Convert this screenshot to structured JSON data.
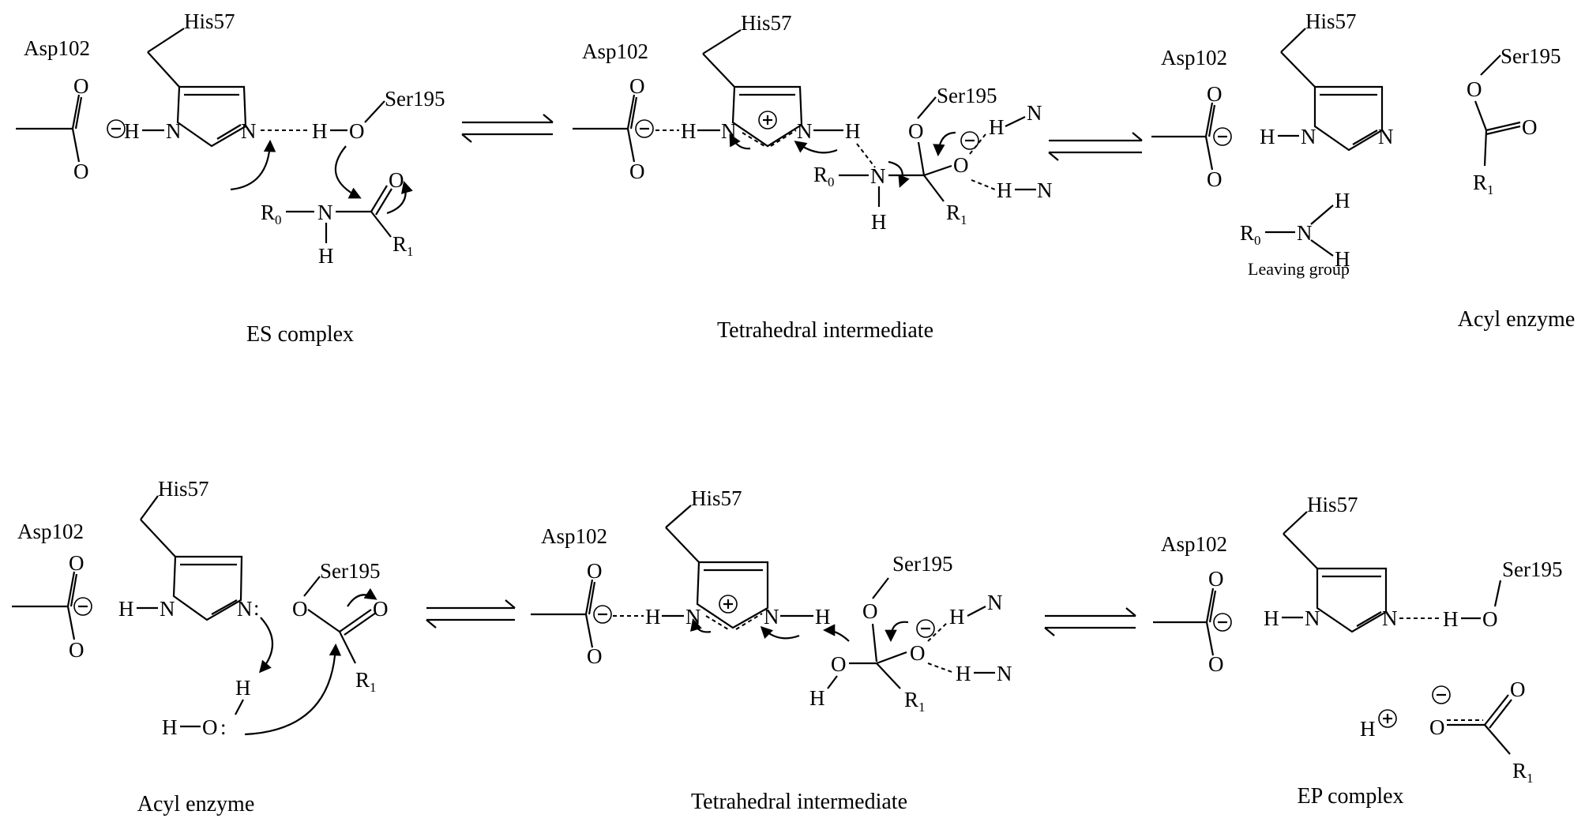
{
  "labels": {
    "asp": "Asp102",
    "his": "His57",
    "ser": "Ser195",
    "o": "O",
    "n": "N",
    "h": "H",
    "r": "R",
    "sub0": "0",
    "sub1": "1",
    "minus": "⊖",
    "plus": "⊕",
    "lone_pair": ":",
    "leaving_group": "Leaving group"
  },
  "captions": {
    "es_complex": "ES complex",
    "tetrahedral_1": "Tetrahedral intermediate",
    "acyl_enzyme_1": "Acyl enzyme",
    "acyl_enzyme_2": "Acyl enzyme",
    "tetrahedral_2": "Tetrahedral intermediate",
    "ep_complex": "EP complex"
  }
}
